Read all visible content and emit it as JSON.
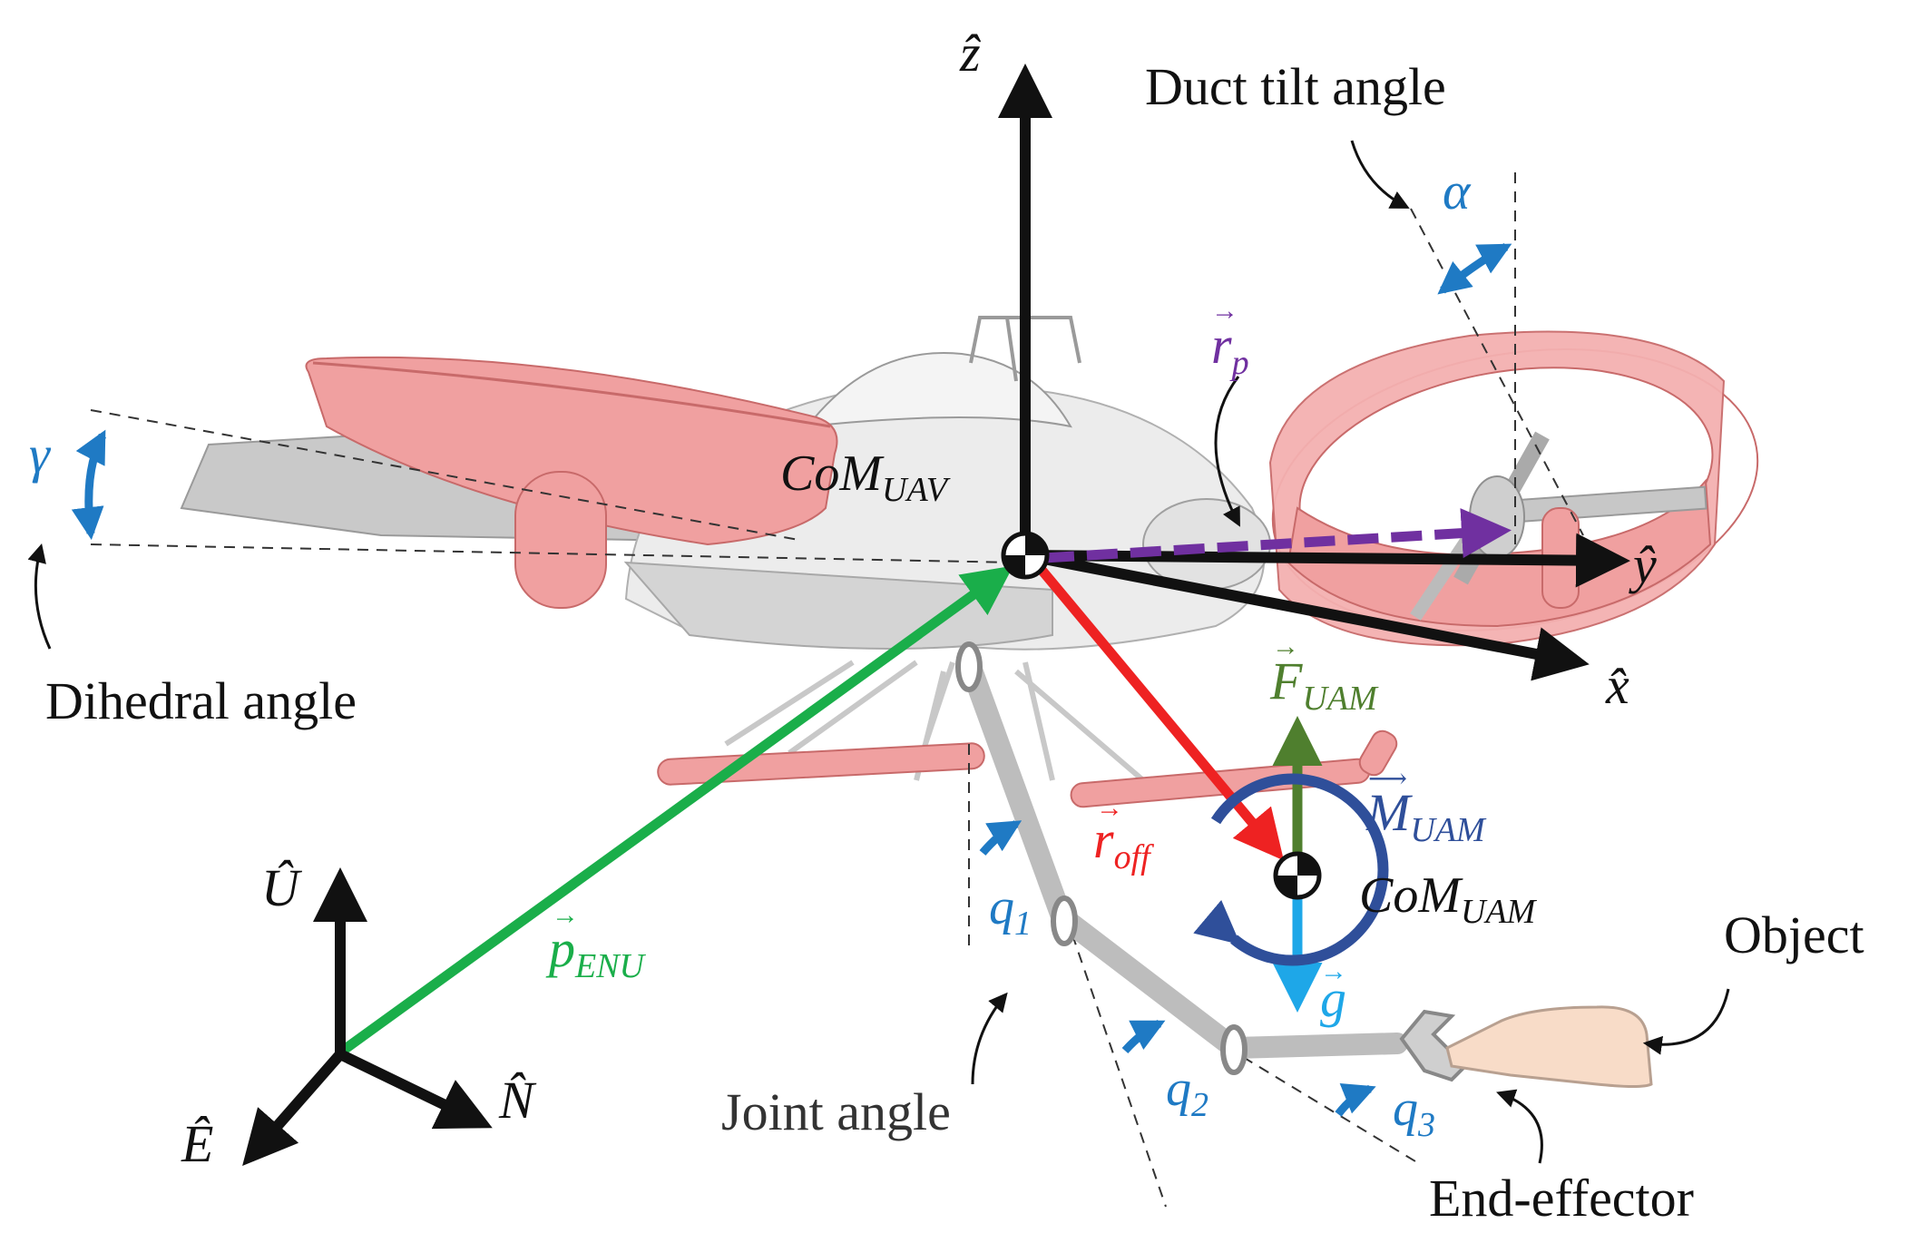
{
  "labels": {
    "z_axis": "ẑ",
    "y_axis": "ŷ",
    "x_axis": "x̂",
    "duct_tilt_angle": "Duct tilt angle",
    "alpha": "α",
    "gamma": "γ",
    "dihedral_angle": "Dihedral angle",
    "com_uav_base": "CoM",
    "com_uav_sub": "UAV",
    "com_uam_base": "CoM",
    "com_uam_sub": "UAM",
    "r_p_base": "r",
    "r_p_sub": "p",
    "r_off_base": "r",
    "r_off_sub": "off",
    "f_uam_base": "F",
    "f_uam_sub": "UAM",
    "m_uam_base": "M",
    "m_uam_sub": "UAM",
    "g": "g",
    "p_enu_base": "p",
    "p_enu_sub": "ENU",
    "u_axis": "Û",
    "n_axis": "N̂",
    "e_axis": "Ê",
    "q1_base": "q",
    "q1_sub": "1",
    "q2_base": "q",
    "q2_sub": "2",
    "q3_base": "q",
    "q3_sub": "3",
    "joint_angle": "Joint angle",
    "object": "Object",
    "end_effector": "End-effector"
  },
  "colors": {
    "frame_axes": "#111111",
    "r_p": "#7030a0",
    "r_off": "#ee2222",
    "p_enu": "#1aae4a",
    "f_uam": "#4f7f2e",
    "m_uam": "#2f4f9a",
    "g": "#1ea7e8",
    "angle_arrows": "#1f7ac4",
    "duct": "#f0a0a0",
    "duct_edge": "#c86a6a",
    "body": "#d9d9d9",
    "arm": "#bdbdbd",
    "object": "#f8dcc8"
  }
}
